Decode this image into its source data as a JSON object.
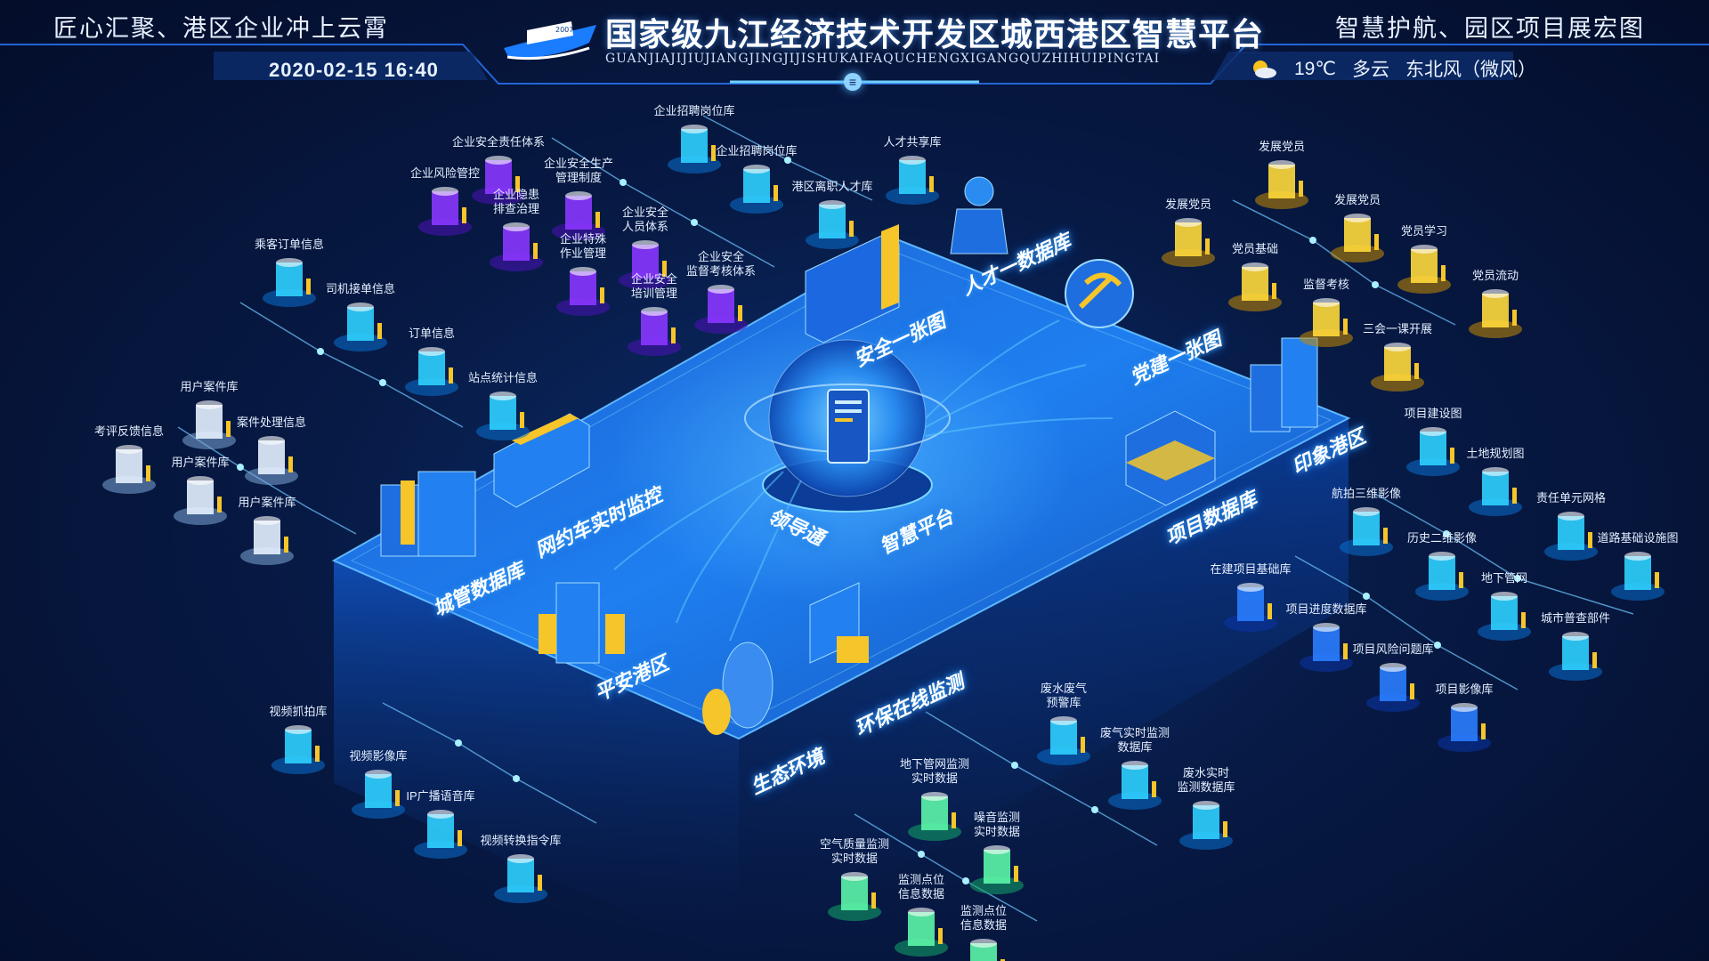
{
  "header": {
    "left_slogan": "匠心汇聚、港区企业冲上云霄",
    "right_slogan": "智慧护航、园区项目展宏图",
    "title": "国家级九江经济技术开发区城西港区智慧平台",
    "subtitle": "GUANJIAJIJIUJIANGJINGJIJISHUKAIFAQUCHENGXIGANGQUZHIHUIPINGTAI",
    "logo_text": "2007",
    "datetime": "2020-02-15 16:40",
    "weather": {
      "temp": "19℃",
      "condition": "多云",
      "wind": "东北风（微风）",
      "icon": "partly-cloudy-icon"
    },
    "menu_icon": "≡"
  },
  "colors": {
    "accent": "#3aa4ff",
    "gold": "#f5c52a",
    "purple": "#7a2cff",
    "green": "#3ee89a",
    "cyan": "#22c6ff"
  },
  "modules": [
    {
      "key": "safety",
      "label": "安全一张图"
    },
    {
      "key": "talent",
      "label": "人才一数据库"
    },
    {
      "key": "party",
      "label": "党建一张图"
    },
    {
      "key": "yinjing",
      "label": "印象港区"
    },
    {
      "key": "project",
      "label": "项目数据库"
    },
    {
      "key": "leader",
      "label": "领导通"
    },
    {
      "key": "platform",
      "label": "智慧平台"
    },
    {
      "key": "bus",
      "label": "网约车实时监控"
    },
    {
      "key": "city",
      "label": "城管数据库"
    },
    {
      "key": "pingan",
      "label": "平安港区"
    },
    {
      "key": "eco",
      "label": "生态环境"
    },
    {
      "key": "env",
      "label": "环保在线监测"
    }
  ],
  "databases": [
    {
      "label": "企业风险管控",
      "color": "purple"
    },
    {
      "label": "企业安全责任体系",
      "color": "purple"
    },
    {
      "label": "企业隐患\n排查治理",
      "color": "purple"
    },
    {
      "label": "企业安全生产\n管理制度",
      "color": "purple"
    },
    {
      "label": "企业特殊\n作业管理",
      "color": "purple"
    },
    {
      "label": "企业安全\n人员体系",
      "color": "purple"
    },
    {
      "label": "企业安全\n培训管理",
      "color": "purple"
    },
    {
      "label": "企业安全\n监督考核体系",
      "color": "purple"
    },
    {
      "label": "企业招聘岗位库",
      "color": "cyan"
    },
    {
      "label": "企业招聘岗位库",
      "color": "cyan"
    },
    {
      "label": "港区离职人才库",
      "color": "cyan"
    },
    {
      "label": "人才共享库",
      "color": "cyan"
    },
    {
      "label": "发展党员",
      "color": "gold"
    },
    {
      "label": "发展党员",
      "color": "gold"
    },
    {
      "label": "发展党员",
      "color": "gold"
    },
    {
      "label": "党员基础",
      "color": "gold"
    },
    {
      "label": "党员学习",
      "color": "gold"
    },
    {
      "label": "监督考核",
      "color": "gold"
    },
    {
      "label": "党员流动",
      "color": "gold"
    },
    {
      "label": "三会一课开展",
      "color": "gold"
    },
    {
      "label": "乘客订单信息",
      "color": "cyan"
    },
    {
      "label": "司机接单信息",
      "color": "cyan"
    },
    {
      "label": "订单信息",
      "color": "cyan"
    },
    {
      "label": "站点统计信息",
      "color": "cyan"
    },
    {
      "label": "用户案件库",
      "color": "white"
    },
    {
      "label": "案件处理信息",
      "color": "white"
    },
    {
      "label": "考评反馈信息",
      "color": "white"
    },
    {
      "label": "用户案件库",
      "color": "white"
    },
    {
      "label": "用户案件库",
      "color": "white"
    },
    {
      "label": "项目建设图",
      "color": "cyan"
    },
    {
      "label": "土地规划图",
      "color": "cyan"
    },
    {
      "label": "航拍三维影像",
      "color": "cyan"
    },
    {
      "label": "责任单元网格",
      "color": "cyan"
    },
    {
      "label": "历史二维影像",
      "color": "cyan"
    },
    {
      "label": "道路基础设施图",
      "color": "cyan"
    },
    {
      "label": "地下管网",
      "color": "cyan"
    },
    {
      "label": "城市普查部件",
      "color": "cyan"
    },
    {
      "label": "在建项目基础库",
      "color": "blue"
    },
    {
      "label": "项目进度数据库",
      "color": "blue"
    },
    {
      "label": "项目风险问题库",
      "color": "blue"
    },
    {
      "label": "项目影像库",
      "color": "blue"
    },
    {
      "label": "视频抓拍库",
      "color": "cyan"
    },
    {
      "label": "视频影像库",
      "color": "cyan"
    },
    {
      "label": "IP广播语音库",
      "color": "cyan"
    },
    {
      "label": "视频转换指令库",
      "color": "cyan"
    },
    {
      "label": "废水废气\n预警库",
      "color": "cyan"
    },
    {
      "label": "废气实时监测\n数据库",
      "color": "cyan"
    },
    {
      "label": "废水实时\n监测数据库",
      "color": "cyan"
    },
    {
      "label": "地下管网监测\n实时数据",
      "color": "green"
    },
    {
      "label": "噪音监测\n实时数据",
      "color": "green"
    },
    {
      "label": "空气质量监测\n实时数据",
      "color": "green"
    },
    {
      "label": "监测点位\n信息数据",
      "color": "green"
    },
    {
      "label": "监测点位\n信息数据",
      "color": "green"
    }
  ]
}
